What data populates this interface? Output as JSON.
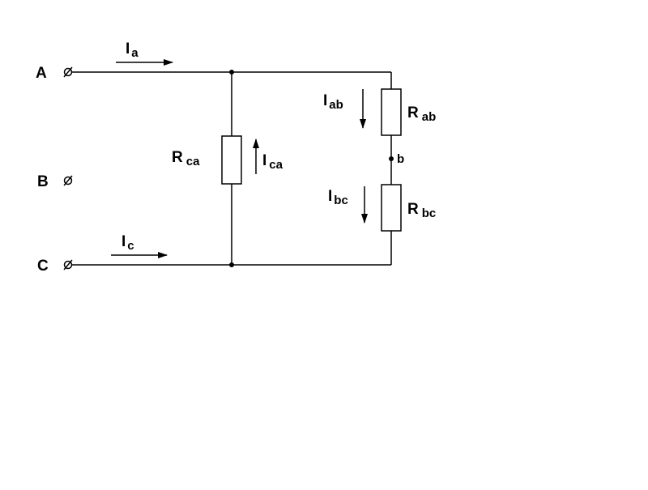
{
  "terminals": {
    "a": "A",
    "b": "B",
    "c": "C"
  },
  "currents": {
    "ia": {
      "main": "I",
      "sub": "a"
    },
    "ic": {
      "main": "I",
      "sub": "c"
    },
    "ica": {
      "main": "I",
      "sub": "ca"
    },
    "iab": {
      "main": "I",
      "sub": "ab"
    },
    "ibc": {
      "main": "I",
      "sub": "bc"
    }
  },
  "resistors": {
    "rca": {
      "main": "R",
      "sub": "ca"
    },
    "rab": {
      "main": "R",
      "sub": "ab"
    },
    "rbc": {
      "main": "R",
      "sub": "bc"
    }
  },
  "nodes": {
    "b": "b"
  },
  "colors": {
    "line": "#000000",
    "background": "#ffffff"
  }
}
